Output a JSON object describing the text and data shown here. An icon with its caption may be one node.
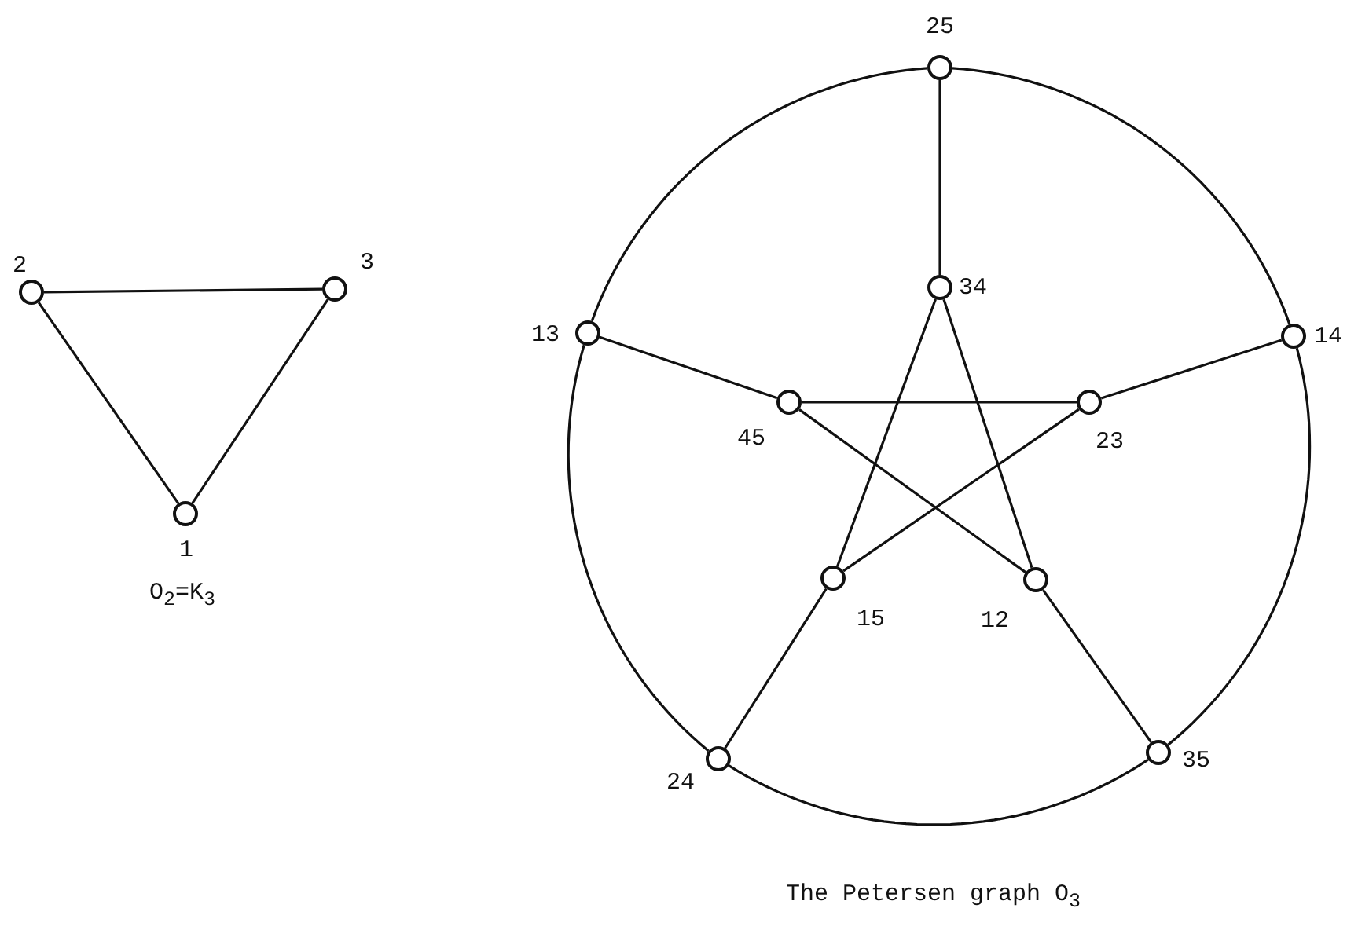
{
  "diagram": {
    "nodes": [
      {
        "text": [],
        "shape": "circle",
        "beside": [
          "2"
        ]
      },
      {
        "text": [],
        "shape": "circle",
        "beside": [
          "3"
        ]
      },
      {
        "text": [],
        "shape": "circle",
        "beside": [
          "1"
        ]
      },
      {
        "text": [],
        "shape": "circle",
        "beside": [
          "25"
        ]
      },
      {
        "text": [],
        "shape": "circle",
        "beside": [
          "34"
        ]
      },
      {
        "text": [],
        "shape": "circle",
        "beside": [
          "13"
        ]
      },
      {
        "text": [],
        "shape": "circle",
        "beside": [
          "14"
        ]
      },
      {
        "text": [],
        "shape": "circle",
        "beside": [
          "45"
        ]
      },
      {
        "text": [],
        "shape": "circle",
        "beside": [
          "23"
        ]
      },
      {
        "text": [],
        "shape": "circle",
        "beside": [
          "15"
        ]
      },
      {
        "text": [],
        "shape": "circle",
        "beside": [
          "12"
        ]
      },
      {
        "text": [],
        "shape": "circle",
        "beside": [
          "24"
        ]
      },
      {
        "text": [],
        "shape": "circle",
        "beside": [
          "35"
        ]
      }
    ],
    "edges": [
      {
        "from": 0,
        "to": 1,
        "arrow": "none"
      },
      {
        "from": 0,
        "to": 2,
        "arrow": "none"
      },
      {
        "from": 1,
        "to": 2,
        "arrow": "none"
      },
      {
        "from": 3,
        "to": 6,
        "arrow": "none"
      },
      {
        "from": 6,
        "to": 12,
        "arrow": "none"
      },
      {
        "from": 12,
        "to": 11,
        "arrow": "none"
      },
      {
        "from": 11,
        "to": 5,
        "arrow": "none"
      },
      {
        "from": 5,
        "to": 3,
        "arrow": "none"
      },
      {
        "from": 3,
        "to": 4,
        "arrow": "none"
      },
      {
        "from": 6,
        "to": 8,
        "arrow": "none"
      },
      {
        "from": 12,
        "to": 10,
        "arrow": "none"
      },
      {
        "from": 11,
        "to": 9,
        "arrow": "none"
      },
      {
        "from": 5,
        "to": 7,
        "arrow": "none"
      },
      {
        "from": 4,
        "to": 9,
        "arrow": "none"
      },
      {
        "from": 4,
        "to": 10,
        "arrow": "none"
      },
      {
        "from": 7,
        "to": 8,
        "arrow": "none"
      },
      {
        "from": 7,
        "to": 10,
        "arrow": "none"
      },
      {
        "from": 8,
        "to": 9,
        "arrow": "none"
      }
    ],
    "labels": [
      "O$_{2}$=K$_{3}$",
      "The Petersen graph O$_{3}$"
    ]
  }
}
